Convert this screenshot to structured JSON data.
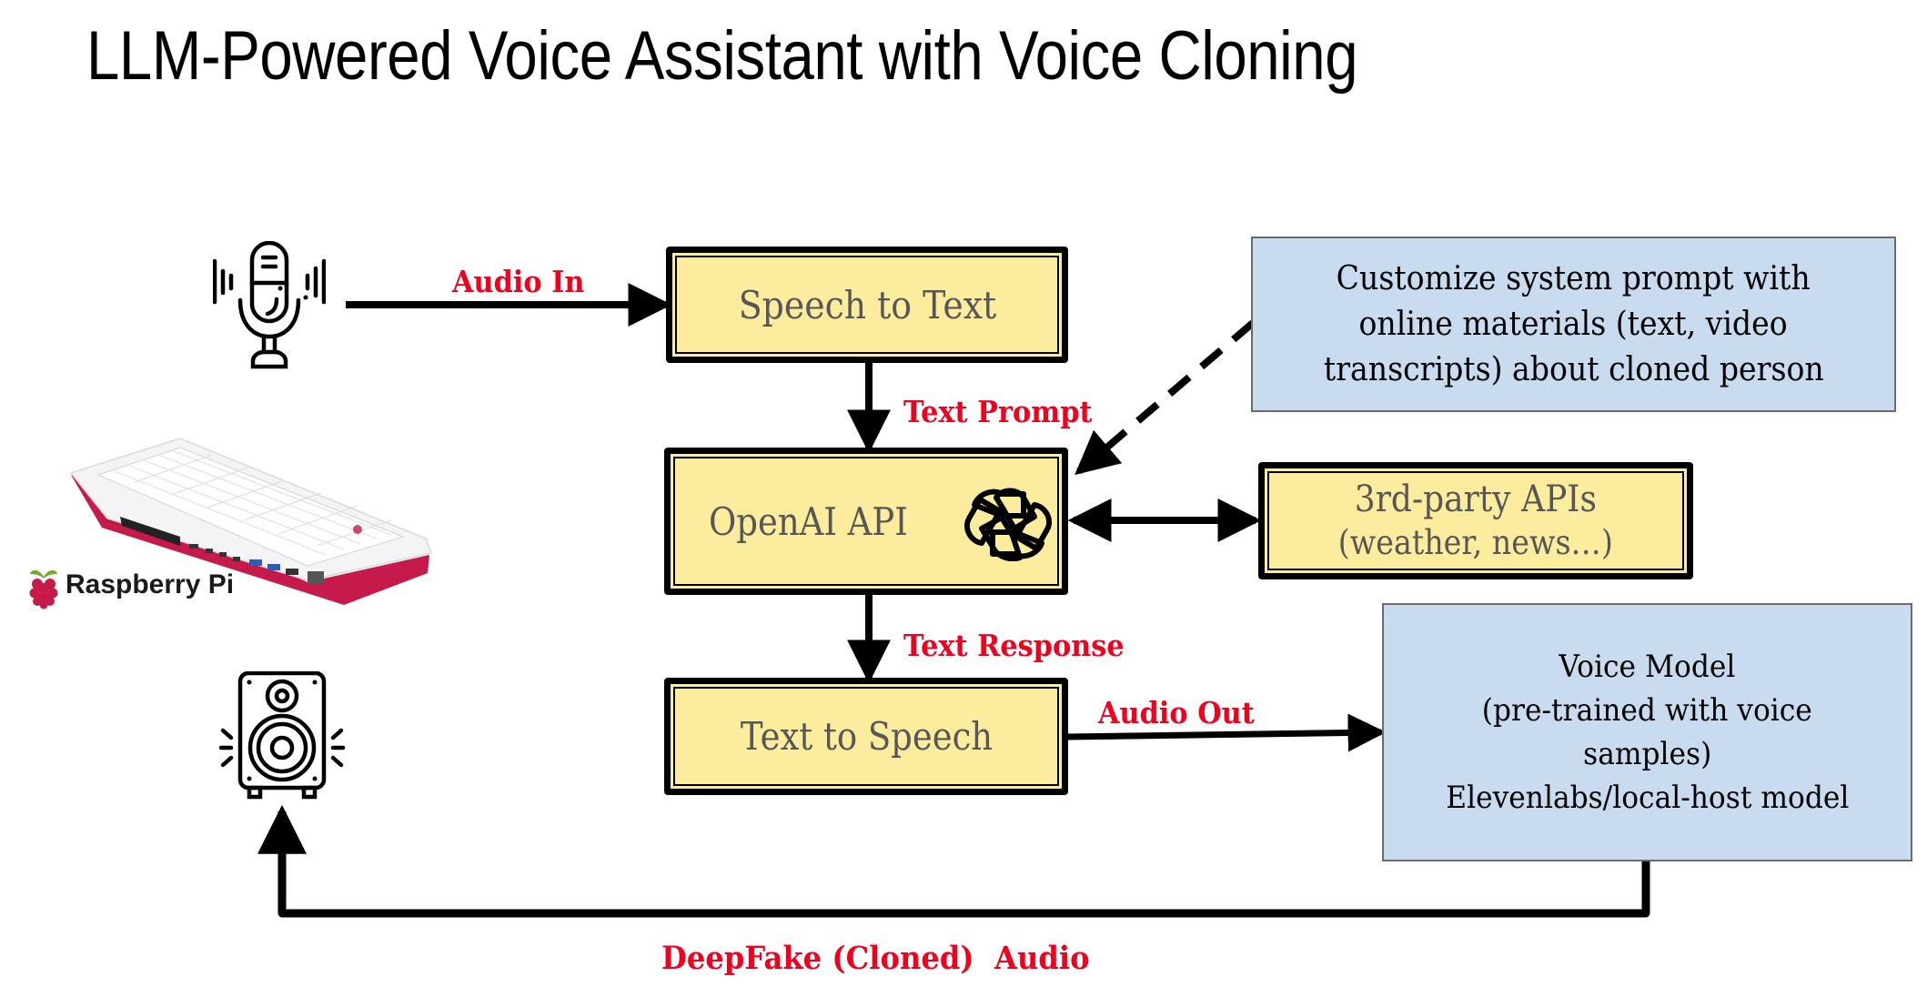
{
  "title": "LLM-Powered Voice Assistant with Voice Cloning",
  "nodes": {
    "speech_to_text": "Speech to Text",
    "openai_api": "OpenAI API",
    "text_to_speech": "Text to Speech",
    "third_party": {
      "line1": "3rd-party APIs",
      "line2": "(weather, news…)"
    },
    "system_prompt": {
      "line1": "Customize system prompt with",
      "line2": "online materials (text, video",
      "line3": "transcripts) about cloned person"
    },
    "voice_model": {
      "line1": "Voice Model",
      "line2": "(pre-trained with voice",
      "line3": "samples)",
      "line4": "Elevenlabs/local-host model"
    }
  },
  "edge_labels": {
    "audio_in": "Audio In",
    "text_prompt": "Text Prompt",
    "text_response": "Text Response",
    "audio_out": "Audio Out",
    "deepfake_audio": "DeepFake (Cloned)  Audio"
  },
  "device": {
    "brand_label": "Raspberry Pi"
  },
  "icons": {
    "microphone": "microphone-icon",
    "speaker": "speaker-icon",
    "openai_logo": "openai-logo-icon",
    "raspberry_logo": "raspberry-pi-logo-icon",
    "keyboard_computer": "raspberry-pi-400-keyboard-image"
  },
  "colors": {
    "process_fill": "#fcec9e",
    "info_fill": "#c9dbef",
    "label_red": "#f0001c",
    "box_text": "#575757",
    "pi_red": "#c51a4a",
    "pi_green": "#75a928"
  }
}
